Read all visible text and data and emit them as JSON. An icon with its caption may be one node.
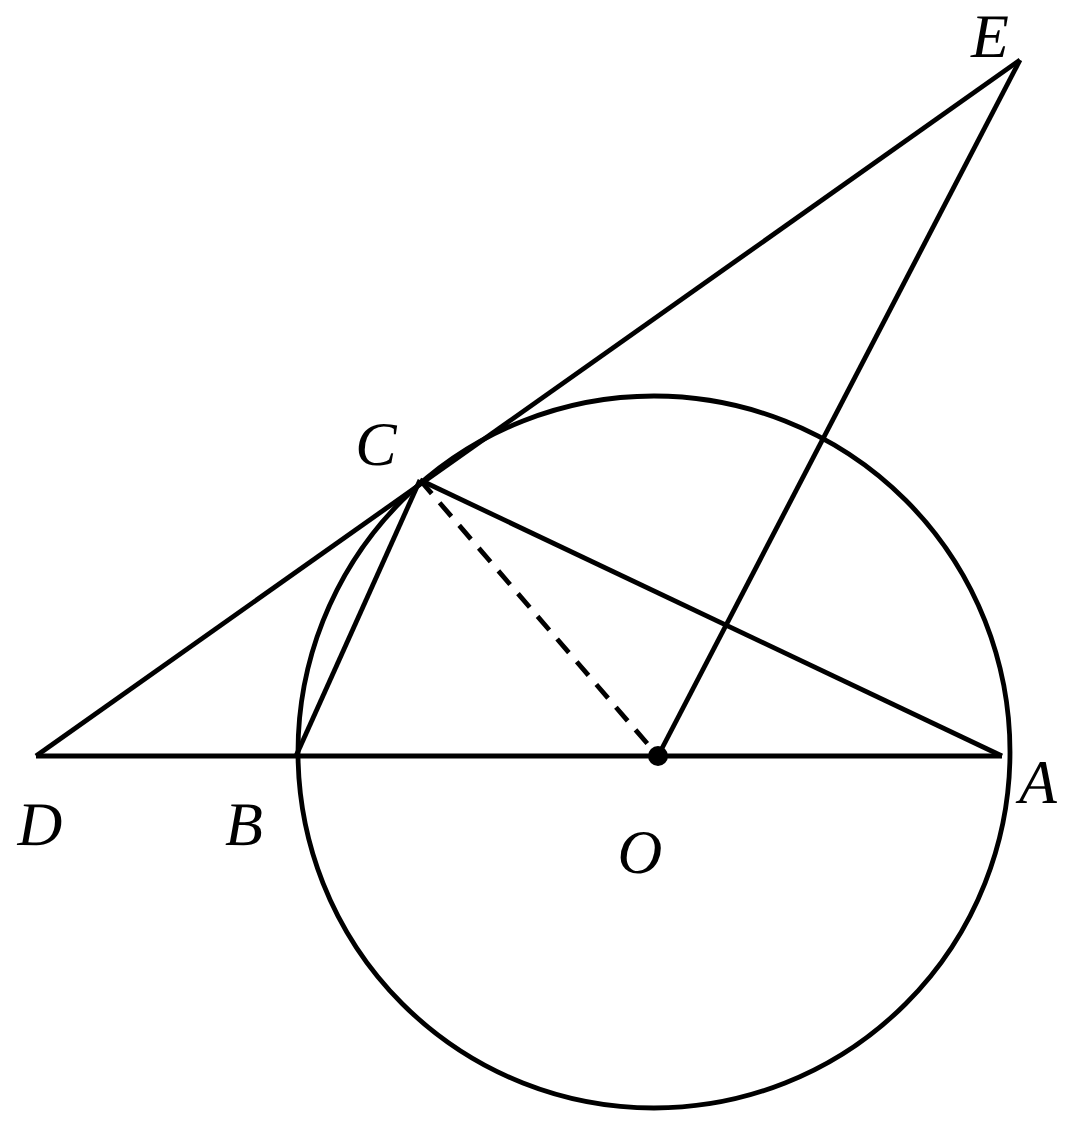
{
  "diagram": {
    "labels": [
      "E",
      "C",
      "D",
      "B",
      "O",
      "A"
    ]
  }
}
